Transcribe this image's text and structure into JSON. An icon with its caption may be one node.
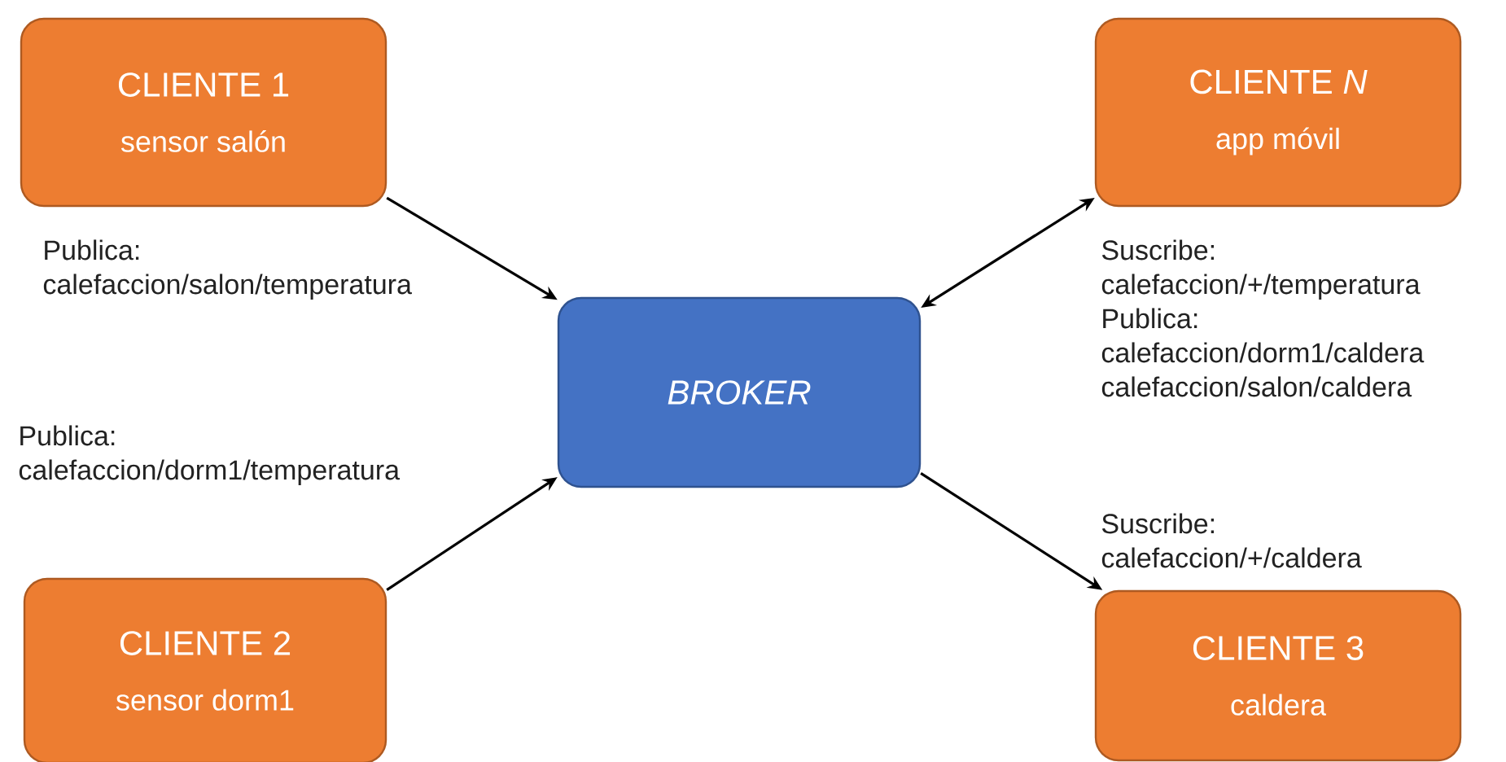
{
  "diagram": {
    "nodes": [
      {
        "text": [
          "CLIENTE 1",
          "sensor salón"
        ]
      },
      {
        "text": [
          "CLIENTE *N*",
          "app móvil"
        ]
      },
      {
        "text": [
          "BROKER"
        ]
      },
      {
        "text": [
          "CLIENTE 2",
          "sensor dorm1"
        ]
      },
      {
        "text": [
          "CLIENTE 3",
          "caldera"
        ]
      }
    ],
    "edges": [
      {
        "from": 0,
        "to": 2,
        "arrow": "to",
        "label": "Publica: calefaccion/salon/temperatura"
      },
      {
        "from": 1,
        "to": 2,
        "arrow": "both",
        "label": "Suscribe: calefaccion/+/temperatura Publica: calefaccion/dorm1/caldera calefaccion/salon/caldera"
      },
      {
        "from": 3,
        "to": 2,
        "arrow": "to",
        "label": "Publica: calefaccion/dorm1/temperatura"
      },
      {
        "from": 2,
        "to": 4,
        "arrow": "to",
        "label": "Suscribe: calefaccion/+/caldera"
      }
    ]
  }
}
